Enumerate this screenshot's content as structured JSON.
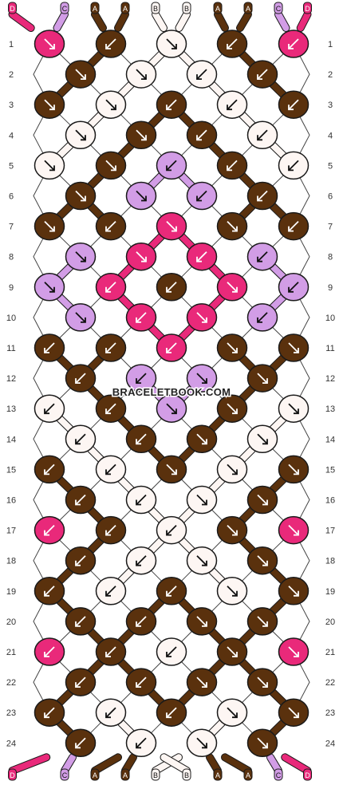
{
  "watermark": "BRACELETBOOK.COM",
  "colors": {
    "A": "#5a310d",
    "B": "#fdf6f3",
    "C": "#d29de6",
    "D": "#e9297a",
    "outline": "#1a1a1a",
    "rowlabel": "#333333",
    "arrow_dark": "#ffffff",
    "arrow_light": "#111111"
  },
  "strings_top": [
    "D",
    "C",
    "A",
    "A",
    "B",
    "B",
    "A",
    "A",
    "C",
    "D"
  ],
  "strings_bottom": [
    "D",
    "C",
    "A",
    "A",
    "B",
    "B",
    "A",
    "A",
    "C",
    "D"
  ],
  "row_labels": [
    "1",
    "2",
    "3",
    "4",
    "5",
    "6",
    "7",
    "8",
    "9",
    "10",
    "11",
    "12",
    "13",
    "14",
    "15",
    "16",
    "17",
    "18",
    "19",
    "20",
    "21",
    "22",
    "23",
    "24"
  ],
  "rows": [
    [
      [
        "D",
        "b"
      ],
      [
        "A",
        "f"
      ],
      [
        "B",
        "b"
      ],
      [
        "A",
        "f"
      ],
      [
        "D",
        "f"
      ]
    ],
    [
      [
        "A",
        "b"
      ],
      [
        "B",
        "b"
      ],
      [
        "B",
        "f"
      ],
      [
        "A",
        "f"
      ]
    ],
    [
      [
        "A",
        "b"
      ],
      [
        "B",
        "b"
      ],
      [
        "A",
        "f"
      ],
      [
        "B",
        "f"
      ],
      [
        "A",
        "f"
      ]
    ],
    [
      [
        "B",
        "b"
      ],
      [
        "A",
        "b"
      ],
      [
        "A",
        "f"
      ],
      [
        "B",
        "f"
      ]
    ],
    [
      [
        "B",
        "b"
      ],
      [
        "A",
        "b"
      ],
      [
        "C",
        "f"
      ],
      [
        "A",
        "f"
      ],
      [
        "B",
        "f"
      ]
    ],
    [
      [
        "A",
        "b"
      ],
      [
        "C",
        "b"
      ],
      [
        "C",
        "f"
      ],
      [
        "A",
        "f"
      ]
    ],
    [
      [
        "A",
        "b"
      ],
      [
        "A",
        "f"
      ],
      [
        "D",
        "b"
      ],
      [
        "A",
        "b"
      ],
      [
        "A",
        "f"
      ]
    ],
    [
      [
        "C",
        "b"
      ],
      [
        "D",
        "b"
      ],
      [
        "D",
        "f"
      ],
      [
        "C",
        "f"
      ]
    ],
    [
      [
        "C",
        "b"
      ],
      [
        "D",
        "f"
      ],
      [
        "A",
        "f"
      ],
      [
        "D",
        "b"
      ],
      [
        "C",
        "f"
      ]
    ],
    [
      [
        "C",
        "b"
      ],
      [
        "D",
        "f"
      ],
      [
        "D",
        "b"
      ],
      [
        "C",
        "f"
      ]
    ],
    [
      [
        "A",
        "f"
      ],
      [
        "A",
        "f"
      ],
      [
        "D",
        "f"
      ],
      [
        "A",
        "b"
      ],
      [
        "A",
        "b"
      ]
    ],
    [
      [
        "A",
        "f"
      ],
      [
        "C",
        "f"
      ],
      [
        "C",
        "b"
      ],
      [
        "A",
        "b"
      ]
    ],
    [
      [
        "B",
        "f"
      ],
      [
        "A",
        "f"
      ],
      [
        "C",
        "b"
      ],
      [
        "A",
        "b"
      ],
      [
        "B",
        "b"
      ]
    ],
    [
      [
        "B",
        "f"
      ],
      [
        "A",
        "f"
      ],
      [
        "A",
        "b"
      ],
      [
        "B",
        "b"
      ]
    ],
    [
      [
        "A",
        "f"
      ],
      [
        "B",
        "f"
      ],
      [
        "A",
        "b"
      ],
      [
        "B",
        "b"
      ],
      [
        "A",
        "b"
      ]
    ],
    [
      [
        "A",
        "f"
      ],
      [
        "B",
        "f"
      ],
      [
        "B",
        "b"
      ],
      [
        "A",
        "b"
      ]
    ],
    [
      [
        "D",
        "f"
      ],
      [
        "A",
        "f"
      ],
      [
        "B",
        "f"
      ],
      [
        "A",
        "b"
      ],
      [
        "D",
        "b"
      ]
    ],
    [
      [
        "A",
        "f"
      ],
      [
        "B",
        "f"
      ],
      [
        "B",
        "b"
      ],
      [
        "A",
        "b"
      ]
    ],
    [
      [
        "A",
        "f"
      ],
      [
        "B",
        "f"
      ],
      [
        "A",
        "f"
      ],
      [
        "B",
        "b"
      ],
      [
        "A",
        "b"
      ]
    ],
    [
      [
        "A",
        "f"
      ],
      [
        "A",
        "f"
      ],
      [
        "A",
        "b"
      ],
      [
        "A",
        "b"
      ]
    ],
    [
      [
        "D",
        "f"
      ],
      [
        "A",
        "f"
      ],
      [
        "B",
        "f"
      ],
      [
        "A",
        "b"
      ],
      [
        "D",
        "b"
      ]
    ],
    [
      [
        "A",
        "f"
      ],
      [
        "A",
        "f"
      ],
      [
        "A",
        "b"
      ],
      [
        "A",
        "b"
      ]
    ],
    [
      [
        "A",
        "f"
      ],
      [
        "B",
        "f"
      ],
      [
        "A",
        "f"
      ],
      [
        "B",
        "b"
      ],
      [
        "A",
        "b"
      ]
    ],
    [
      [
        "A",
        "f"
      ],
      [
        "B",
        "f"
      ],
      [
        "B",
        "b"
      ],
      [
        "A",
        "b"
      ]
    ]
  ]
}
